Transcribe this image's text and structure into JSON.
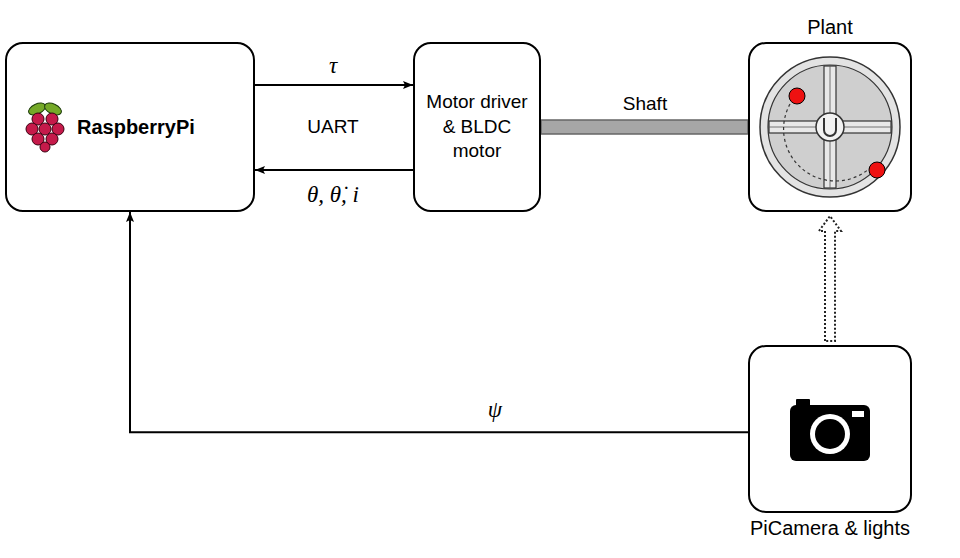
{
  "diagram": {
    "nodes": [
      {
        "text": [
          "RaspberryPi"
        ]
      },
      {
        "text": [
          "Motor driver & BLDC motor"
        ]
      },
      {
        "text": [
          "Plant"
        ]
      },
      {
        "text": [
          "PiCamera & lights"
        ]
      }
    ],
    "edges": [
      {
        "from": 0,
        "to": 1,
        "arrow": "to",
        "label": "τ"
      },
      {
        "from": 1,
        "to": 0,
        "arrow": "to",
        "label": "θ, θ̇, i"
      },
      {
        "from": 1,
        "to": 2,
        "arrow": "none",
        "label": "Shaft"
      },
      {
        "from": 3,
        "to": 2,
        "arrow": "to"
      },
      {
        "from": 3,
        "to": 0,
        "arrow": "to",
        "label": "ψ"
      }
    ],
    "labels": [
      "UART"
    ]
  }
}
